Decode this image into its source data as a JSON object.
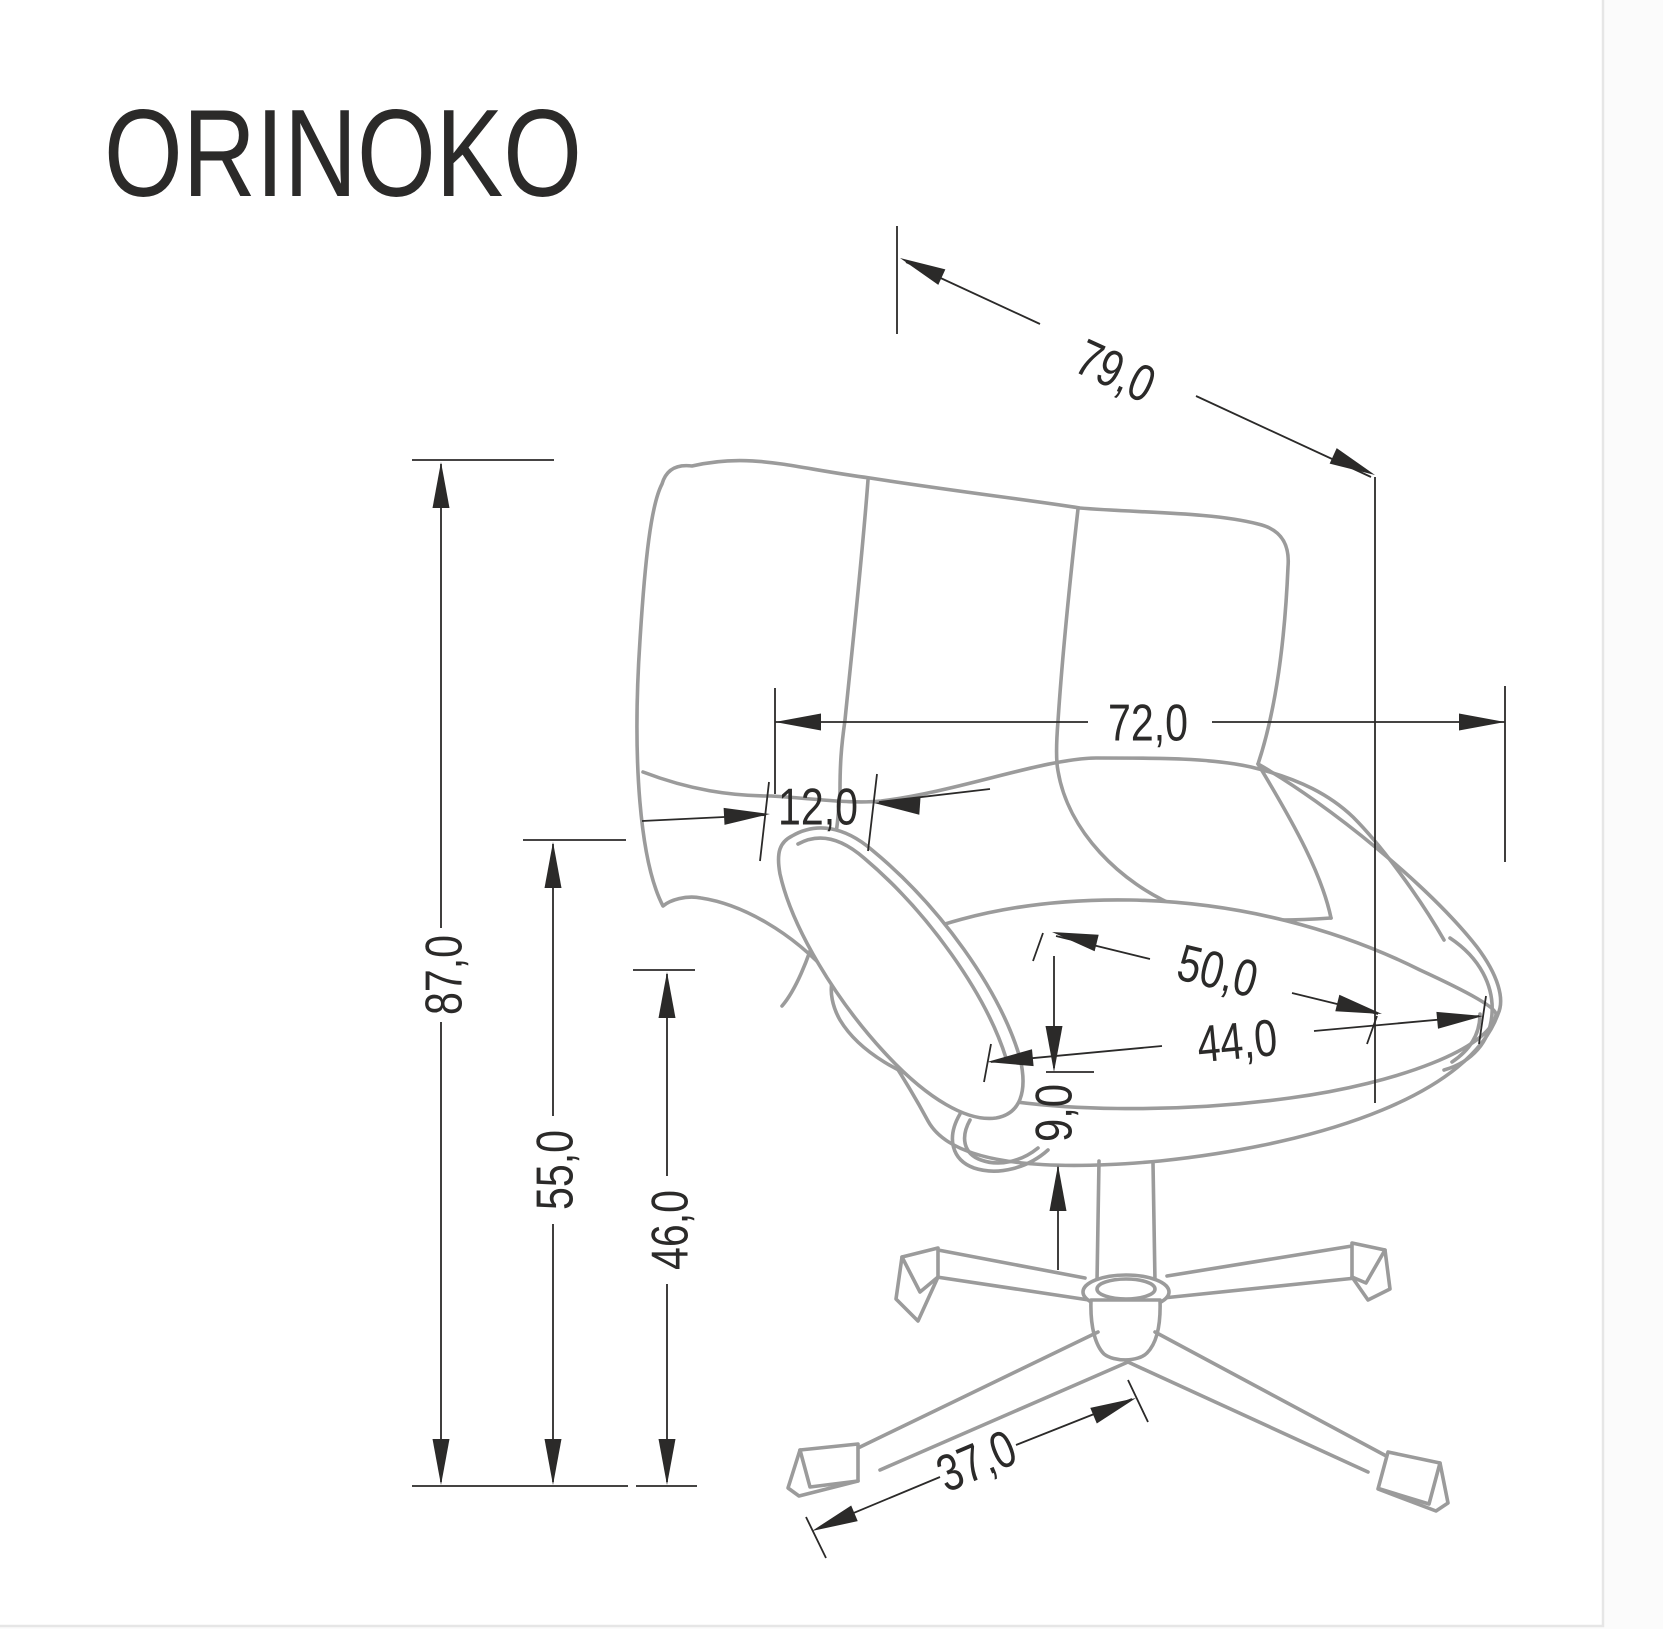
{
  "title": "ORINOKO",
  "illustration": {
    "subject": "swivel egg armchair with cross base, three-quarter view line drawing",
    "outline_color": "#9b9b9b",
    "dimension_color": "#2b2a29",
    "canvas_color": "#ffffff",
    "frame_color": "#e6e6e6"
  },
  "dimensions": {
    "overall_depth": "79,0",
    "backrest_width": "72,0",
    "armrest_top_width": "12,0",
    "overall_height": "87,0",
    "armrest_height": "55,0",
    "seat_height": "46,0",
    "seat_depth": "50,0",
    "seat_width": "44,0",
    "seat_rim_thickness": "9,0",
    "base_leg_length": "37,0"
  }
}
